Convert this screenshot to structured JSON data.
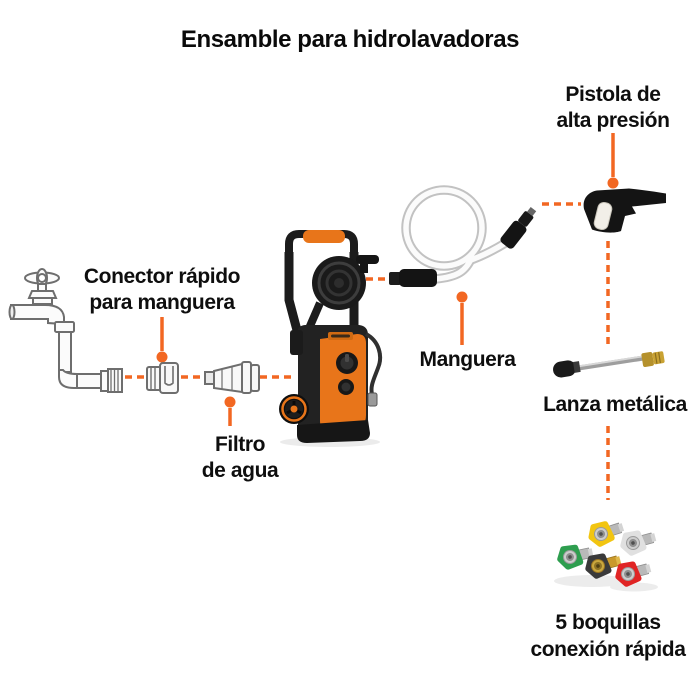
{
  "title": "Ensamble para hidrolavadoras",
  "accent_color": "#F26722",
  "labels": {
    "pistola": {
      "line1": "Pistola de",
      "line2": "alta presión"
    },
    "manguera": {
      "line1": "Manguera"
    },
    "conector": {
      "line1": "Conector rápido",
      "line2": "para manguera"
    },
    "filtro": {
      "line1": "Filtro",
      "line2": "de agua"
    },
    "lanza": {
      "line1": "Lanza metálica"
    },
    "boquillas": {
      "line1": "5 boquillas",
      "line2": "conexión rápida"
    }
  },
  "colors": {
    "washer_orange": "#E8751A",
    "nozzle_yellow": "#F2C511",
    "nozzle_white": "#F3F3F3",
    "nozzle_green": "#2E9E4F",
    "nozzle_black": "#3A3A3A",
    "nozzle_red": "#E02424",
    "lance_brass": "#C9A233"
  }
}
